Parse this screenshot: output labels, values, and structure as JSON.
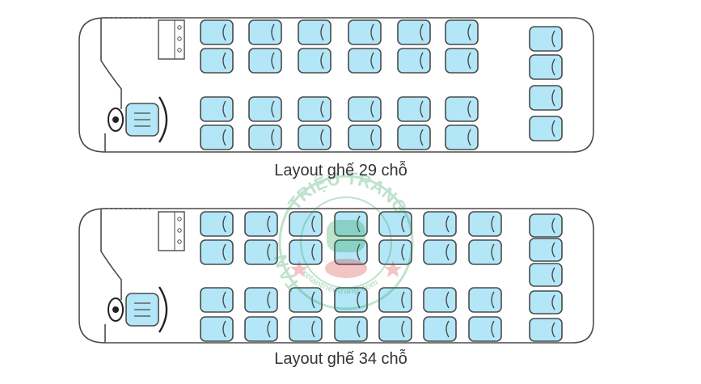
{
  "layouts": [
    {
      "caption": "Layout ghế 29 chỗ"
    },
    {
      "caption": "Layout ghế 34 chỗ"
    }
  ],
  "watermark": {
    "ring_text_top": "TRIỆU TRANG",
    "ring_text_left": "TAN",
    "ring_text_bottom": "xetantrieutrang.com"
  },
  "colors": {
    "seat_fill": "#b3e6f7",
    "outline": "#4a4a4a",
    "watermark_green": "#1e9a4a",
    "watermark_red": "#d32f2f"
  }
}
